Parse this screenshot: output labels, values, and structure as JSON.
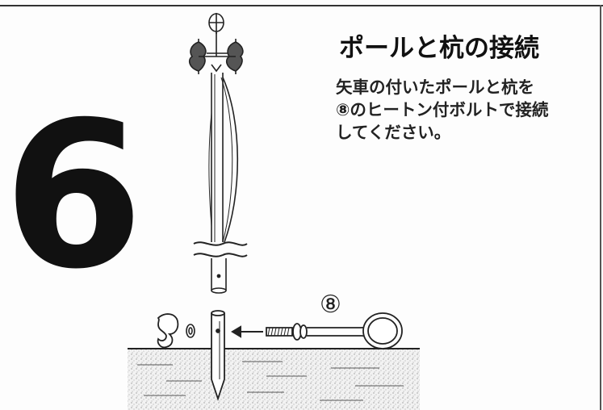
{
  "step": {
    "number": "6",
    "title": "ポールと杭の接続",
    "instruction_lines": [
      "矢車の付いたポールと杭を",
      "⑧のヒートン付ボルトで接続",
      "してください。"
    ],
    "part_label": "⑧"
  },
  "illustration": {
    "items": [
      "pole-with-pinwheels",
      "ground-stake",
      "wing-nut",
      "washer",
      "eye-bolt",
      "arrow"
    ]
  }
}
